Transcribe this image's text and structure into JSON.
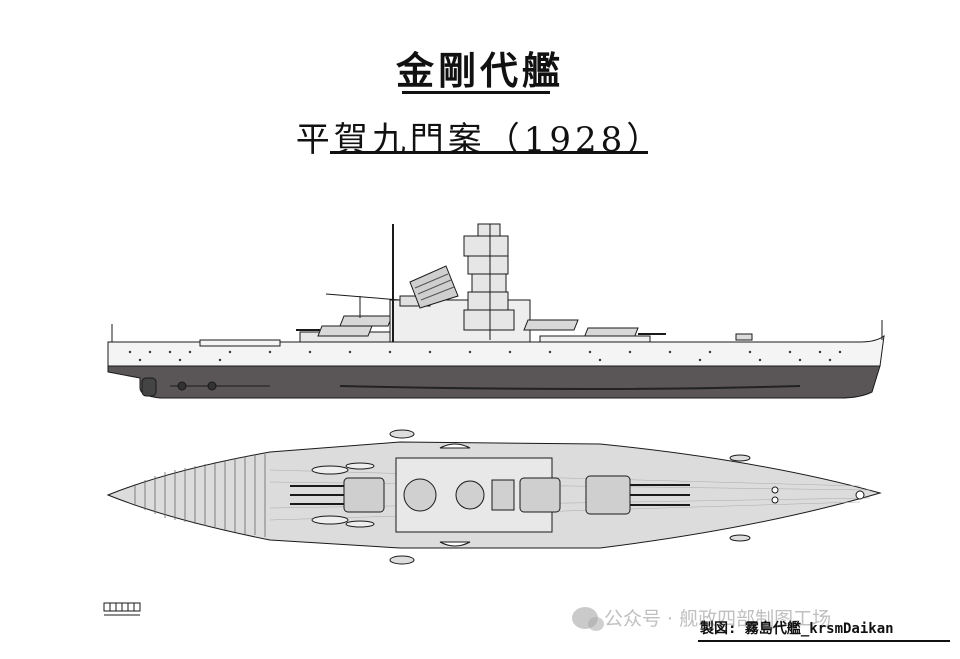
{
  "header": {
    "title": "金剛代艦",
    "subtitle": "平賀九門案（1928）"
  },
  "credit": {
    "text": "製図: 霧島代艦_krsmDaikan"
  },
  "watermark": {
    "text": "公众号 · 舰政四部制图工场",
    "icon": "wechat-icon"
  },
  "colors": {
    "hull_side": "#5a5658",
    "hull_upper": "#f4f4f4",
    "deck": "#dcdcdc",
    "line": "#1a1a1a"
  }
}
